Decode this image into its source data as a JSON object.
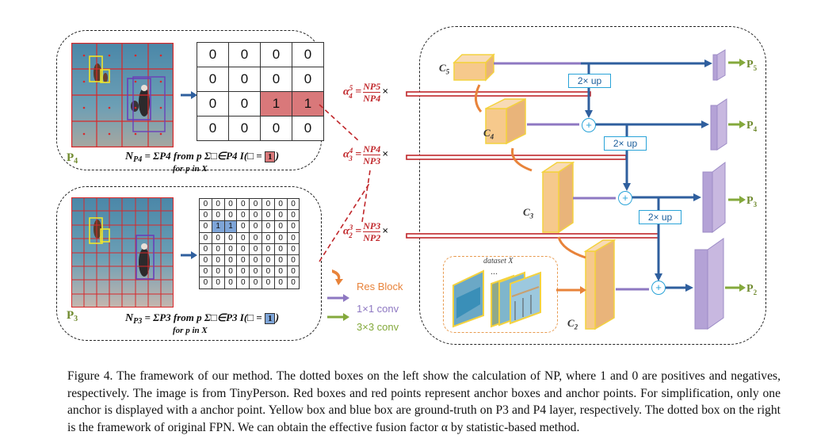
{
  "figure": {
    "top_panel": {
      "label": "P4",
      "label_main": "P",
      "label_sub": "4",
      "grid": [
        [
          "0",
          "0",
          "0",
          "0"
        ],
        [
          "0",
          "0",
          "0",
          "0"
        ],
        [
          "0",
          "0",
          "1",
          "1"
        ],
        [
          "0",
          "0",
          "0",
          "0"
        ]
      ],
      "formula_main": "N",
      "formula_sub": "P4",
      "formula_rest": " = ΣP4 from p Σ□∈P4 I(□ = ",
      "formula_box": "1",
      "formula_close": ")",
      "formula_line2": "for p in X"
    },
    "bottom_panel": {
      "label_main": "P",
      "label_sub": "3",
      "grid": [
        [
          "0",
          "0",
          "0",
          "0",
          "0",
          "0",
          "0",
          "0"
        ],
        [
          "0",
          "0",
          "0",
          "0",
          "0",
          "0",
          "0",
          "0"
        ],
        [
          "0",
          "1",
          "1",
          "0",
          "0",
          "0",
          "0",
          "0"
        ],
        [
          "0",
          "0",
          "0",
          "0",
          "0",
          "0",
          "0",
          "0"
        ],
        [
          "0",
          "0",
          "0",
          "0",
          "0",
          "0",
          "0",
          "0"
        ],
        [
          "0",
          "0",
          "0",
          "0",
          "0",
          "0",
          "0",
          "0"
        ],
        [
          "0",
          "0",
          "0",
          "0",
          "0",
          "0",
          "0",
          "0"
        ],
        [
          "0",
          "0",
          "0",
          "0",
          "0",
          "0",
          "0",
          "0"
        ]
      ],
      "formula_main": "N",
      "formula_sub": "P3",
      "formula_rest": " = ΣP3 from p Σ□∈P3 I(□ = ",
      "formula_box": "1",
      "formula_close": ")",
      "formula_line2": "for p in X"
    },
    "alphas": [
      {
        "lhs": "α",
        "sup": "5",
        "sub": "4",
        "num": "NP5",
        "den": "NP4",
        "times": "×"
      },
      {
        "lhs": "α",
        "sup": "4",
        "sub": "3",
        "num": "NP4",
        "den": "NP3",
        "times": "×"
      },
      {
        "lhs": "α",
        "sup": "3",
        "sub": "2",
        "num": "NP3",
        "den": "NP2",
        "times": "×"
      }
    ],
    "legend": [
      {
        "text": "Res Block",
        "color": "#e8833a"
      },
      {
        "text": "1×1 conv",
        "color": "#8e78c2"
      },
      {
        "text": "3×3 conv",
        "color": "#84a93c"
      }
    ],
    "fpn": {
      "c_labels": [
        {
          "main": "C",
          "sub": "5"
        },
        {
          "main": "C",
          "sub": "4"
        },
        {
          "main": "C",
          "sub": "3"
        },
        {
          "main": "C",
          "sub": "2"
        }
      ],
      "p_labels": [
        {
          "main": "P",
          "sub": "5"
        },
        {
          "main": "P",
          "sub": "4"
        },
        {
          "main": "P",
          "sub": "3"
        },
        {
          "main": "P",
          "sub": "2"
        }
      ],
      "up_label": "2× up",
      "plus": "+",
      "dataset_label": "dataset X",
      "ellipsis": "..."
    },
    "colors": {
      "red": "#c0262a",
      "blue_line": "#2f5f9e",
      "cyan": "#29a3d8",
      "orange": "#e8833a",
      "purple": "#8e78c2",
      "green": "#84a93c",
      "feature_fill": "#f6c98c",
      "feature_yellow": "#f4d23e"
    }
  },
  "caption": "Figure 4. The framework of our method. The dotted boxes on the left show the calculation of NP, where 1 and 0 are positives and negatives, respectively. The image is from TinyPerson. Red boxes and red points represent anchor boxes and anchor points. For simplification, only one anchor is displayed with a anchor point. Yellow box and blue box are ground-truth on P3 and P4 layer, respectively. The dotted box on the right is the framework of original FPN. We can obtain the effective fusion factor α by statistic-based method."
}
